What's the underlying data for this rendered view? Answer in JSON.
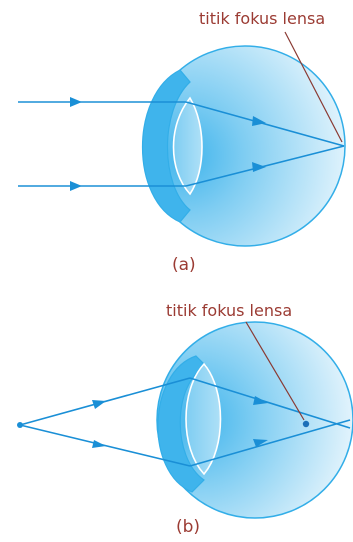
{
  "diagram_a": {
    "focus_label": "titik fokus lensa",
    "caption": "(a)"
  },
  "diagram_b": {
    "focus_label": "titik fokus lensa",
    "caption": "(b)"
  },
  "colors": {
    "label_text": "#9b3b33",
    "ray_line": "#1a8fd6",
    "eye_outline": "#33aee8",
    "eye_fill_dark": "#3fb4ec",
    "eye_fill_light": "#e8f6fd",
    "pointer_line": "#8a3a33",
    "focus_dot": "#1d6fb8"
  }
}
